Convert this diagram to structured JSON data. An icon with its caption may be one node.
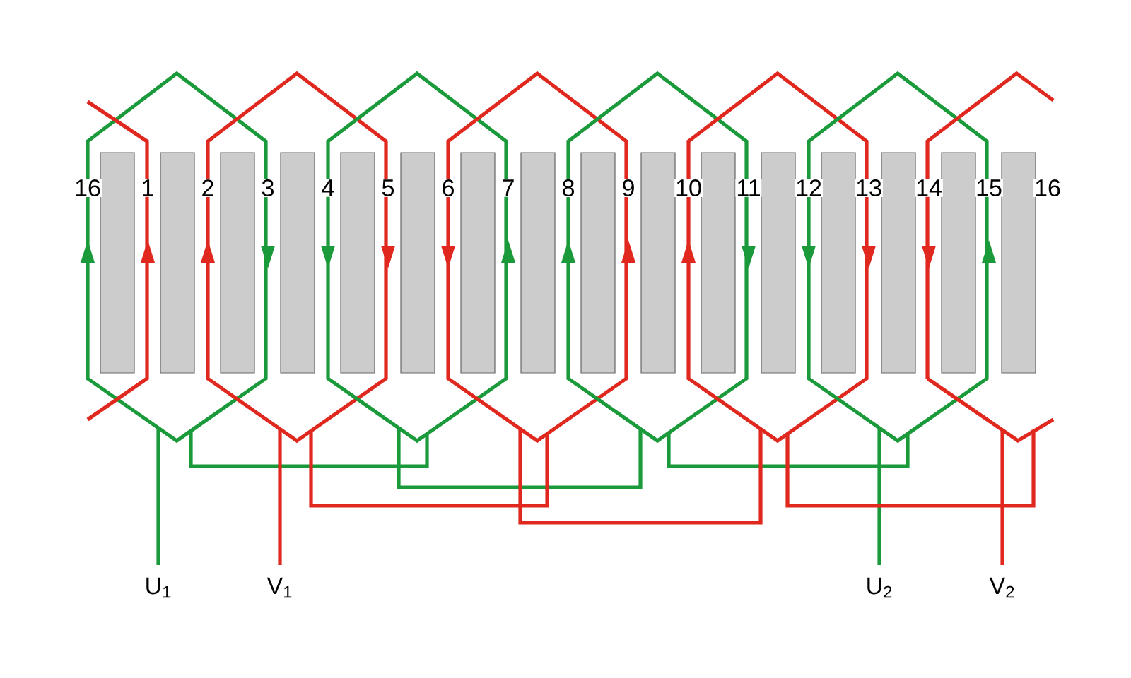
{
  "diagram": {
    "labels": [
      "16",
      "1",
      "2",
      "3",
      "4",
      "5",
      "6",
      "7",
      "8",
      "9",
      "10",
      "11",
      "12",
      "13",
      "14",
      "15",
      "16",
      "U$_{1}$",
      "V$_{1}$",
      "U$_{2}$",
      "V$_{2}$"
    ]
  }
}
